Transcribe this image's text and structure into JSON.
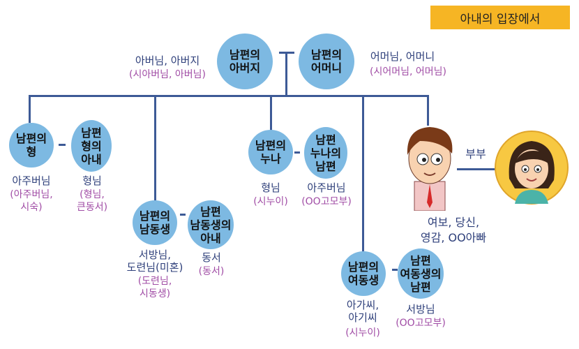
{
  "title": "아내의 입장에서",
  "parents": {
    "father": {
      "node": "남편의\n아버지",
      "term": "아버님, 아버지",
      "sub": "(시아버님, 아버님)"
    },
    "mother": {
      "node": "남편의\n어머니",
      "term": "어머님, 어머니",
      "sub": "(시어머님, 어머님)"
    }
  },
  "siblings": {
    "older_brother": {
      "node": "남편의\n형",
      "term": "아주버님",
      "sub": "(아주버님,\n시숙)"
    },
    "older_brother_wife": {
      "node": "남편\n형의\n아내",
      "term": "형님",
      "sub": "(형님,\n큰동서)"
    },
    "younger_brother": {
      "node": "남편의\n남동생",
      "term": "서방님,\n도련님(미혼)",
      "sub": "(도련님,\n시동생)"
    },
    "younger_brother_wife": {
      "node": "남편\n남동생의\n아내",
      "term": "동서",
      "sub": "(동서)"
    },
    "older_sister": {
      "node": "남편의\n누나",
      "term": "형님",
      "sub": "(시누이)"
    },
    "older_sister_husband": {
      "node": "남편\n누나의\n남편",
      "term": "아주버님",
      "sub": "(OO고모부)"
    },
    "younger_sister": {
      "node": "남편의\n여동생",
      "term": "아가씨,\n아기씨",
      "sub": "(시누이)"
    },
    "younger_sister_husband": {
      "node": "남편\n여동생의\n남편",
      "term": "서방님",
      "sub": "(OO고모부)"
    }
  },
  "couple": {
    "label": "부부",
    "husband_terms": "여보, 당신,\n영감, OO아빠"
  },
  "colors": {
    "node": "#7db9e2",
    "line": "#3d5a96",
    "term": "#2e3f7a",
    "sub": "#a04ca5",
    "title_bg": "#f6b524"
  }
}
